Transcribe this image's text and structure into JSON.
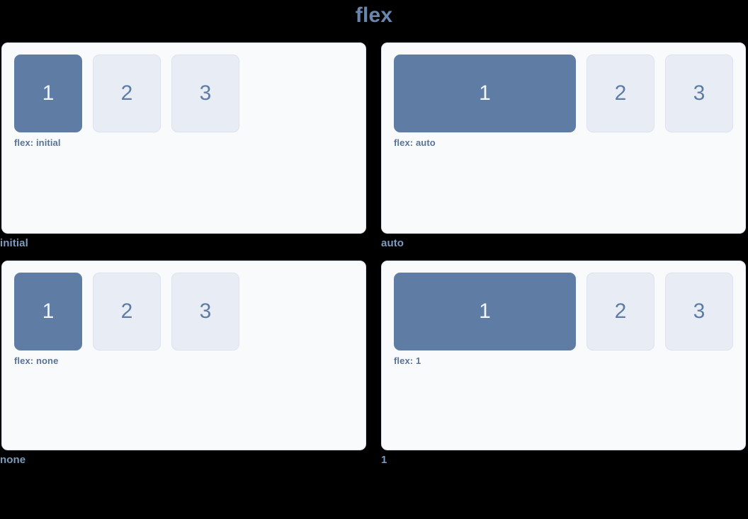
{
  "title": "flex",
  "theme": {
    "background": "#000000",
    "title_color": "#6b86ad",
    "card_background": "#f8fafc",
    "card_border": "#dde3ec",
    "box_filled_background": "#5f7ca4",
    "box_filled_text": "#f2f6fb",
    "box_hollow_background": "#e7ecf5",
    "box_hollow_border": "#dde3ee",
    "box_hollow_text": "#5f7ca4",
    "prop_label_color": "#5a7296",
    "key_label_color": "#7d9bc1"
  },
  "panels": [
    {
      "key": "initial",
      "prop_label": "flex: initial",
      "variant": "v-initial",
      "boxes": [
        {
          "label": "1",
          "style": "filled"
        },
        {
          "label": "2",
          "style": "hollow"
        },
        {
          "label": "3",
          "style": "hollow"
        }
      ]
    },
    {
      "key": "auto",
      "prop_label": "flex: auto",
      "variant": "v-auto",
      "boxes": [
        {
          "label": "1",
          "style": "filled"
        },
        {
          "label": "2",
          "style": "hollow"
        },
        {
          "label": "3",
          "style": "hollow"
        }
      ]
    },
    {
      "key": "none",
      "prop_label": "flex: none",
      "variant": "v-none",
      "boxes": [
        {
          "label": "1",
          "style": "filled"
        },
        {
          "label": "2",
          "style": "hollow"
        },
        {
          "label": "3",
          "style": "hollow"
        }
      ]
    },
    {
      "key": "1",
      "prop_label": "flex: 1",
      "variant": "v-one",
      "boxes": [
        {
          "label": "1",
          "style": "filled"
        },
        {
          "label": "2",
          "style": "hollow"
        },
        {
          "label": "3",
          "style": "hollow"
        }
      ]
    }
  ]
}
